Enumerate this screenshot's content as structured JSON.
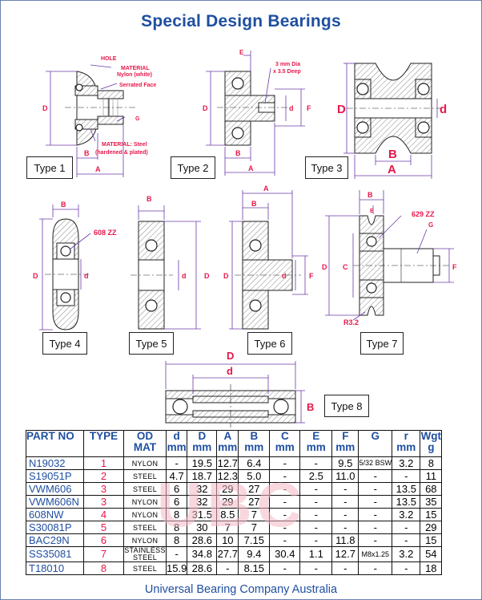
{
  "page": {
    "title": "Special Design Bearings",
    "footer": "Universal Bearing Company Australia",
    "watermark": "UBC"
  },
  "type_labels": [
    "Type 1",
    "Type 2",
    "Type 3",
    "Type 4",
    "Type 5",
    "Type 6",
    "Type 7",
    "Type 8"
  ],
  "annotations": {
    "t1_hole": "HOLE",
    "t1_material_top": "MATERIAL",
    "t1_material_top2": "Nylon (white)",
    "t1_serrated": "Serrated Face",
    "t1_material_bot": "MATERIAL: Steel",
    "t1_material_bot2": "(hardened & plated)",
    "t1_g": "G",
    "t2_dia": "3 mm Dia",
    "t2_deep": "x 3.5 Deep",
    "t4_zz": "608 ZZ",
    "t7_zz": "629 ZZ",
    "t7_g": "G",
    "t7_r": "R3.2"
  },
  "dims": {
    "A": "A",
    "B": "B",
    "C": "C",
    "D": "D",
    "E": "E",
    "F": "F",
    "d": "d"
  },
  "table": {
    "headers": [
      {
        "l1": "PART NO",
        "l2": ""
      },
      {
        "l1": "TYPE",
        "l2": ""
      },
      {
        "l1": "OD",
        "l2": "MAT"
      },
      {
        "l1": "d",
        "l2": "mm"
      },
      {
        "l1": "D",
        "l2": "mm"
      },
      {
        "l1": "A",
        "l2": "mm"
      },
      {
        "l1": "B",
        "l2": "mm"
      },
      {
        "l1": "C",
        "l2": "mm"
      },
      {
        "l1": "E",
        "l2": "mm"
      },
      {
        "l1": "F",
        "l2": "mm"
      },
      {
        "l1": "G",
        "l2": ""
      },
      {
        "l1": "r",
        "l2": "mm"
      },
      {
        "l1": "Wgt",
        "l2": "g"
      }
    ],
    "rows": [
      [
        "N19032",
        "1",
        "NYLON",
        "-",
        "19.5",
        "12.7",
        "6.4",
        "-",
        "-",
        "9.5",
        "5/32 BSW",
        "3.2",
        "8"
      ],
      [
        "S19051P",
        "2",
        "STEEL",
        "4.7",
        "18.7",
        "12.3",
        "5.0",
        "-",
        "2.5",
        "11.0",
        "-",
        "-",
        "11"
      ],
      [
        "VWM606",
        "3",
        "STEEL",
        "6",
        "32",
        "29",
        "27",
        "-",
        "-",
        "-",
        "-",
        "13.5",
        "68"
      ],
      [
        "VWM606N",
        "3",
        "NYLON",
        "6",
        "32",
        "29",
        "27",
        "-",
        "-",
        "-",
        "-",
        "13.5",
        "35"
      ],
      [
        "608NW",
        "4",
        "NYLON",
        "8",
        "31.5",
        "8.5",
        "7",
        "-",
        "-",
        "-",
        "-",
        "3.2",
        "15"
      ],
      [
        "S30081P",
        "5",
        "STEEL",
        "8",
        "30",
        "7",
        "7",
        "-",
        "-",
        "-",
        "-",
        "-",
        "29"
      ],
      [
        "BAC29N",
        "6",
        "NYLON",
        "8",
        "28.6",
        "10",
        "7.15",
        "-",
        "-",
        "11.8",
        "-",
        "-",
        "15"
      ],
      [
        "SS35081",
        "7",
        "STAINLESS STEEL",
        "-",
        "34.8",
        "27.7",
        "9.4",
        "30.4",
        "1.1",
        "12.7",
        "M8x1.25",
        "3.2",
        "54"
      ],
      [
        "T18010",
        "8",
        "STEEL",
        "15.9",
        "28.6",
        "-",
        "8.15",
        "-",
        "-",
        "-",
        "-",
        "-",
        "18"
      ]
    ]
  }
}
